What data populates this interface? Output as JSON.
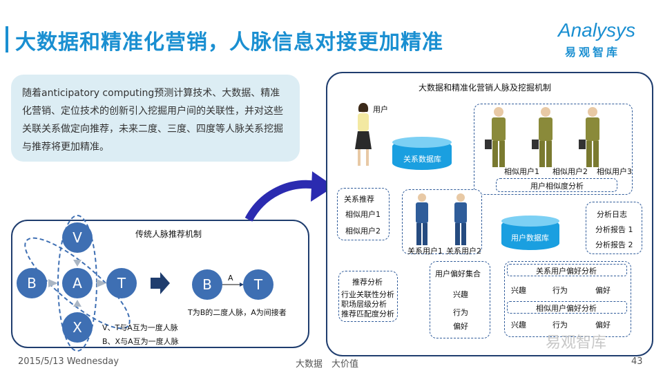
{
  "slide": {
    "title": "大数据和精准化营销，人脉信息对接更加精准",
    "logo_text": "Analysys",
    "logo_sub": "易观智库",
    "intro": "随着anticipatory computing预测计算技术、大数据、精准化营销、定位技术的创新引入挖掘用户间的关联性，并对这些关联关系做定向推荐，未来二度、三度、四度等人脉关系挖掘与推荐将更加精准。"
  },
  "traditional": {
    "title": "传统人脉推荐机制",
    "nodes": [
      "V",
      "B",
      "A",
      "T",
      "X"
    ],
    "result_nodes": [
      "B",
      "A",
      "T"
    ],
    "note1": "T为B的二度人脉，A为间接者",
    "note2": "V、T与A互为一度人脉",
    "note3": "B、X与A互为一度人脉"
  },
  "bigdata": {
    "title": "大数据和精准化营销人脉及挖掘机制",
    "user_label": "用户",
    "relation_db": "关系数据库",
    "similar_users": [
      "相似用户1",
      "相似用户2",
      "相似用户3"
    ],
    "similarity_analysis": "用户相似度分析",
    "relation_recommend": "关系推荐",
    "rec_items": [
      "相似用户1",
      "相似用户2"
    ],
    "relation_users": [
      "关系用户1",
      "关系用户2"
    ],
    "user_db": "用户数据库",
    "logs": [
      "分析日志",
      "分析报告 1",
      "分析报告 2"
    ],
    "recommend_analysis": "推荐分析",
    "rec_analysis_items": [
      "行业关联性分析",
      "职场层级分析",
      "推荐匹配度分析"
    ],
    "pref_set": "用户偏好集合",
    "pref_items": [
      "兴趣",
      "行为",
      "偏好"
    ],
    "rel_pref": "关系用户偏好分析",
    "sim_pref": "相似用户偏好分析",
    "pref_cols": [
      "兴趣",
      "行为",
      "偏好"
    ]
  },
  "watermark": "易观智库",
  "footer": {
    "date": "2015/5/13 Wednesday",
    "center": "大数据　大价值",
    "page": "43"
  },
  "colors": {
    "accent": "#1a8fd1",
    "dark_navy": "#1f3d6e",
    "node_blue": "#3e6fb3",
    "arrow": "#1f3d6e"
  }
}
